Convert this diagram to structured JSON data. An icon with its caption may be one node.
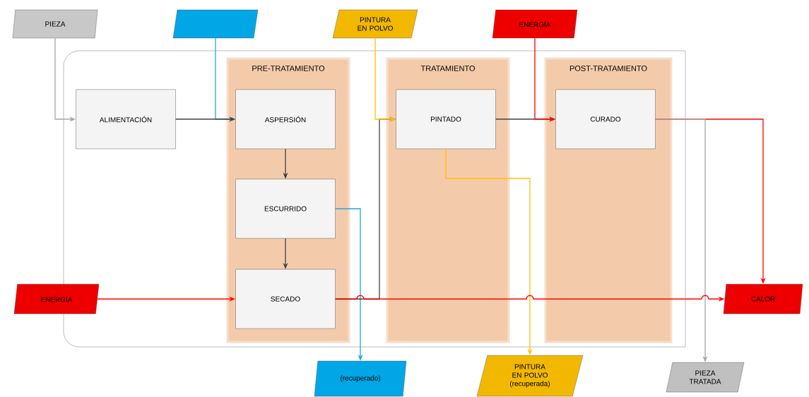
{
  "diagram": {
    "nodes": [
      {
        "text": [
          "PIEZA"
        ]
      },
      {
        "text": [],
        "shape": "parallelogram"
      },
      {
        "text": [
          "PINTURA EN POLVO"
        ]
      },
      {
        "text": [
          "ENERGÍA"
        ]
      },
      {
        "text": [],
        "shape": "box"
      },
      {
        "text": [
          "PRE-TRATAMIENTO"
        ],
        "in": 4
      },
      {
        "text": [
          "TRATAMIENTO"
        ],
        "in": 4
      },
      {
        "text": [
          "POST-TRATAMIENTO"
        ],
        "in": 4
      },
      {
        "text": [
          "ALIMENTACIÓN"
        ],
        "in": 4
      },
      {
        "text": [
          "ASPERSIÓN"
        ],
        "in": 5
      },
      {
        "text": [
          "ESCURRIDO"
        ],
        "in": 5
      },
      {
        "text": [
          "SECADO"
        ],
        "in": 5
      },
      {
        "text": [
          "PINTADO"
        ],
        "in": 6
      },
      {
        "text": [
          "CURADO"
        ],
        "in": 7
      },
      {
        "text": [
          "ENERGÍA"
        ]
      },
      {
        "text": [
          "CALOR"
        ]
      },
      {
        "text": [
          "(recuperado)"
        ]
      },
      {
        "text": [
          "PINTURA EN POLVO (recuperada)"
        ]
      },
      {
        "text": [
          "PIEZA TRATADA"
        ]
      }
    ],
    "edges": [
      {
        "from": 0,
        "to": 8,
        "arrow": "to",
        "color": "#a6a6a6"
      },
      {
        "from": 1,
        "to": 9,
        "arrow": "to",
        "color": "#1fa8e0"
      },
      {
        "from": 8,
        "to": 9,
        "arrow": "to"
      },
      {
        "from": 9,
        "to": 10,
        "arrow": "to"
      },
      {
        "from": 10,
        "to": 11,
        "arrow": "to"
      },
      {
        "from": 10,
        "to": 16,
        "arrow": "to",
        "color": "#1fa8e0"
      },
      {
        "from": 11,
        "to": 12,
        "arrow": "to"
      },
      {
        "from": 2,
        "to": 12,
        "arrow": "to",
        "color": "#ffc000"
      },
      {
        "from": 12,
        "to": 13,
        "arrow": "to"
      },
      {
        "from": 3,
        "to": 13,
        "arrow": "to",
        "color": "#ff0000"
      },
      {
        "from": 12,
        "to": 17,
        "arrow": "to",
        "color": "#ffc000"
      },
      {
        "from": 13,
        "to": 15,
        "arrow": "to",
        "color": "#ff0000"
      },
      {
        "from": 13,
        "to": 18,
        "arrow": "to",
        "color": "#a6a6a6"
      },
      {
        "from": 14,
        "to": 11,
        "arrow": "to",
        "color": "#ff0000"
      },
      {
        "from": 11,
        "to": 15,
        "arrow": "to",
        "color": "#ff0000"
      }
    ]
  }
}
